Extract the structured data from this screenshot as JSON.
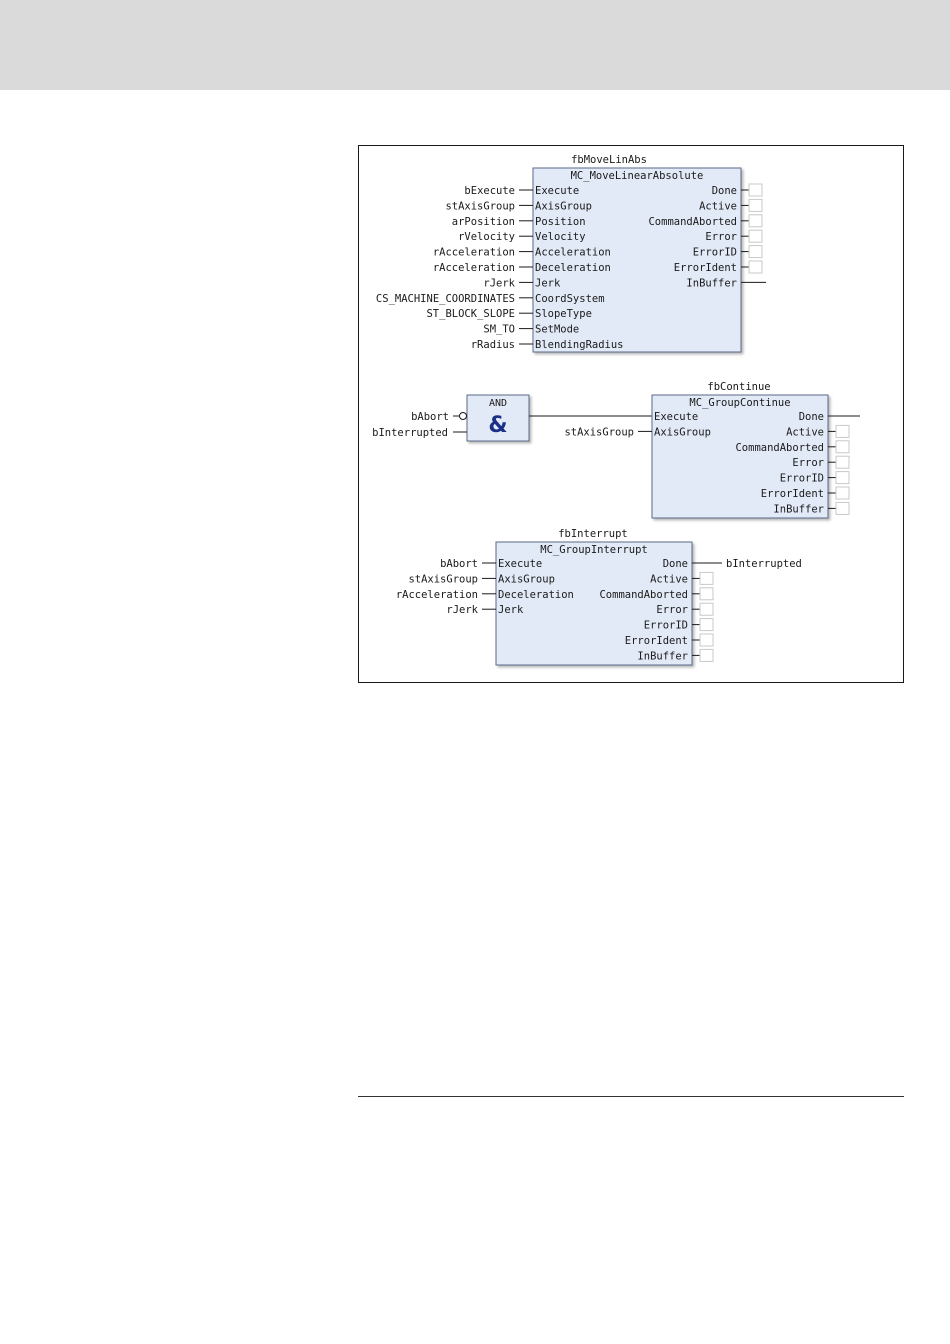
{
  "fb_move": {
    "instance": "fbMoveLinAbs",
    "type": "MC_MoveLinearAbsolute",
    "inputs": [
      {
        "var": "bExecute",
        "pin": "Execute"
      },
      {
        "var": "stAxisGroup",
        "pin": "AxisGroup"
      },
      {
        "var": "arPosition",
        "pin": "Position"
      },
      {
        "var": "rVelocity",
        "pin": "Velocity"
      },
      {
        "var": "rAcceleration",
        "pin": "Acceleration"
      },
      {
        "var": "rAcceleration",
        "pin": "Deceleration"
      },
      {
        "var": "rJerk",
        "pin": "Jerk"
      },
      {
        "var": "CS_MACHINE_COORDINATES",
        "pin": "CoordSystem"
      },
      {
        "var": "ST_BLOCK_SLOPE",
        "pin": "SlopeType"
      },
      {
        "var": "SM_TO",
        "pin": "SetMode"
      },
      {
        "var": "rRadius",
        "pin": "BlendingRadius"
      }
    ],
    "outputs": [
      "Done",
      "Active",
      "CommandAborted",
      "Error",
      "ErrorID",
      "ErrorIdent",
      "InBuffer"
    ]
  },
  "and_gate": {
    "label": "AND",
    "symbol": "&",
    "inputs": [
      "bAbort",
      "bInterrupted"
    ]
  },
  "fb_continue": {
    "instance": "fbContinue",
    "type": "MC_GroupContinue",
    "inputs": [
      {
        "var": "",
        "pin": "Execute"
      },
      {
        "var": "stAxisGroup",
        "pin": "AxisGroup"
      }
    ],
    "outputs": [
      "Done",
      "Active",
      "CommandAborted",
      "Error",
      "ErrorID",
      "ErrorIdent",
      "InBuffer"
    ]
  },
  "fb_interrupt": {
    "instance": "fbInterrupt",
    "type": "MC_GroupInterrupt",
    "inputs": [
      {
        "var": "bAbort",
        "pin": "Execute"
      },
      {
        "var": "stAxisGroup",
        "pin": "AxisGroup"
      },
      {
        "var": "rAcceleration",
        "pin": "Deceleration"
      },
      {
        "var": "rJerk",
        "pin": "Jerk"
      }
    ],
    "outputs": [
      "Done",
      "Active",
      "CommandAborted",
      "Error",
      "ErrorID",
      "ErrorIdent",
      "InBuffer"
    ],
    "done_output_var": "bInterrupted"
  },
  "colors": {
    "block_fill": "#e3eaf7",
    "block_stroke": "#5a6a8a",
    "header_band": "#dadada",
    "and_symbol": "#1a2f86"
  }
}
